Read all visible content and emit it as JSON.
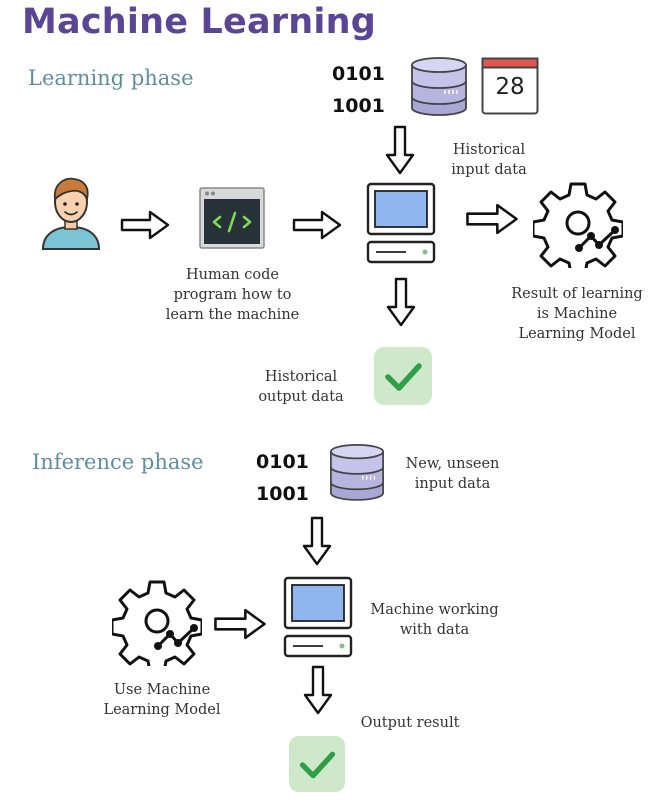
{
  "title": "Machine Learning",
  "learning": {
    "phase_label": "Learning phase",
    "binary_1": "0101",
    "binary_2": "1001",
    "calendar_day": "28",
    "historical_input_1": "Historical",
    "historical_input_2": "input data",
    "human_code_1": "Human code",
    "human_code_2": "program how to",
    "human_code_3": "learn the machine",
    "result_1": "Result of learning",
    "result_2": "is Machine",
    "result_3": "Learning Model",
    "historical_output_1": "Historical",
    "historical_output_2": "output data"
  },
  "inference": {
    "phase_label": "Inference phase",
    "binary_1": "0101",
    "binary_2": "1001",
    "new_input_1": "New, unseen",
    "new_input_2": "input data",
    "working_1": "Machine working",
    "working_2": "with data",
    "use_model_1": "Use Machine",
    "use_model_2": "Learning Model",
    "output_result": "Output result"
  }
}
